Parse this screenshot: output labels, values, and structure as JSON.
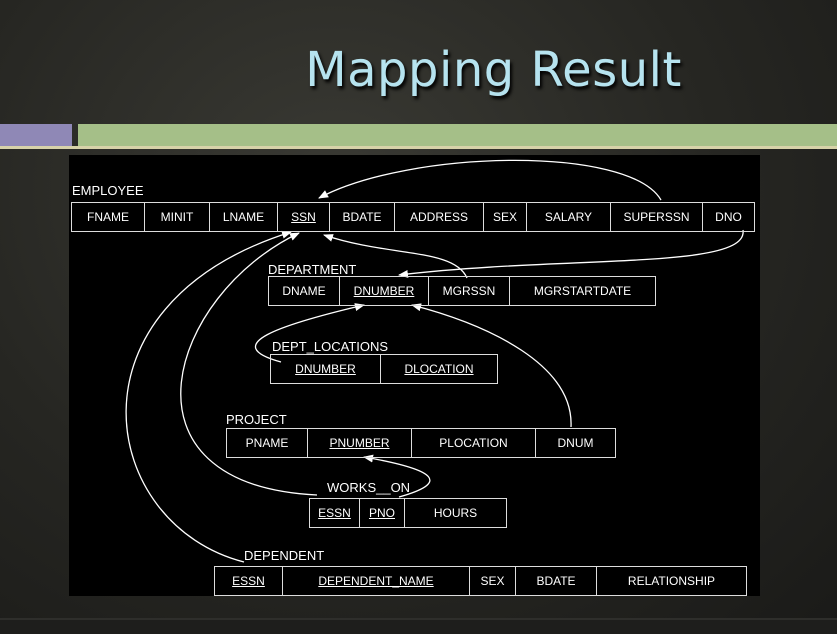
{
  "slide": {
    "title": "Mapping Result"
  },
  "diagram": {
    "relations": {
      "employee": {
        "name": "EMPLOYEE",
        "attrs": [
          "FNAME",
          "MINIT",
          "LNAME",
          "SSN",
          "BDATE",
          "ADDRESS",
          "SEX",
          "SALARY",
          "SUPERSSN",
          "DNO"
        ]
      },
      "department": {
        "name": "DEPARTMENT",
        "attrs": [
          "DNAME",
          "DNUMBER",
          "MGRSSN",
          "MGRSTARTDATE"
        ]
      },
      "dept_locations": {
        "name": "DEPT_LOCATIONS",
        "attrs": [
          "DNUMBER",
          "DLOCATION"
        ]
      },
      "project": {
        "name": "PROJECT",
        "attrs": [
          "PNAME",
          "PNUMBER",
          "PLOCATION",
          "DNUM"
        ]
      },
      "works_on": {
        "name": "WORKS__ON",
        "attrs": [
          "ESSN",
          "PNO",
          "HOURS"
        ]
      },
      "dependent": {
        "name": "DEPENDENT",
        "attrs": [
          "ESSN",
          "DEPENDENT_NAME",
          "SEX",
          "BDATE",
          "RELATIONSHIP"
        ]
      }
    },
    "colors": {
      "arrow": "#ffffff",
      "background": "#000000",
      "border": "#dddddd"
    }
  }
}
